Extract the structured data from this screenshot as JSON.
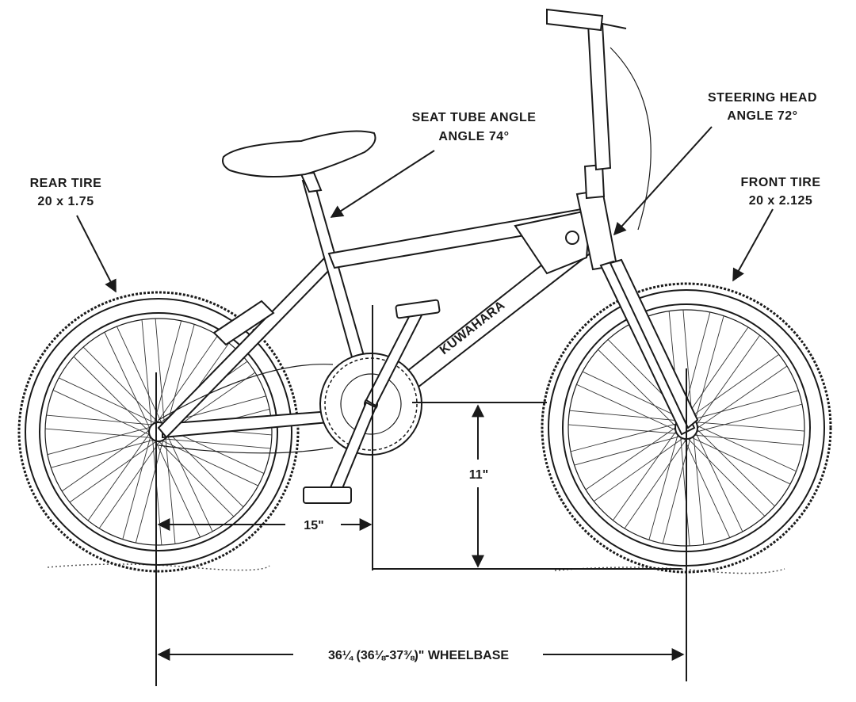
{
  "labels": {
    "rear_tire_title": "REAR TIRE",
    "rear_tire_size": "20 x 1.75",
    "seat_tube_line1": "SEAT TUBE ANGLE",
    "seat_tube_line2": "ANGLE 74°",
    "steering_head_line1": "STEERING HEAD",
    "steering_head_line2": "ANGLE 72°",
    "front_tire_title": "FRONT TIRE",
    "front_tire_size": "20 x 2.125",
    "brand": "KUWAHARA"
  },
  "dimensions": {
    "bb_offset": "15\"",
    "bb_height": "11\"",
    "wheelbase": "36¼ (36⅛-37⅜)\" WHEELBASE"
  }
}
